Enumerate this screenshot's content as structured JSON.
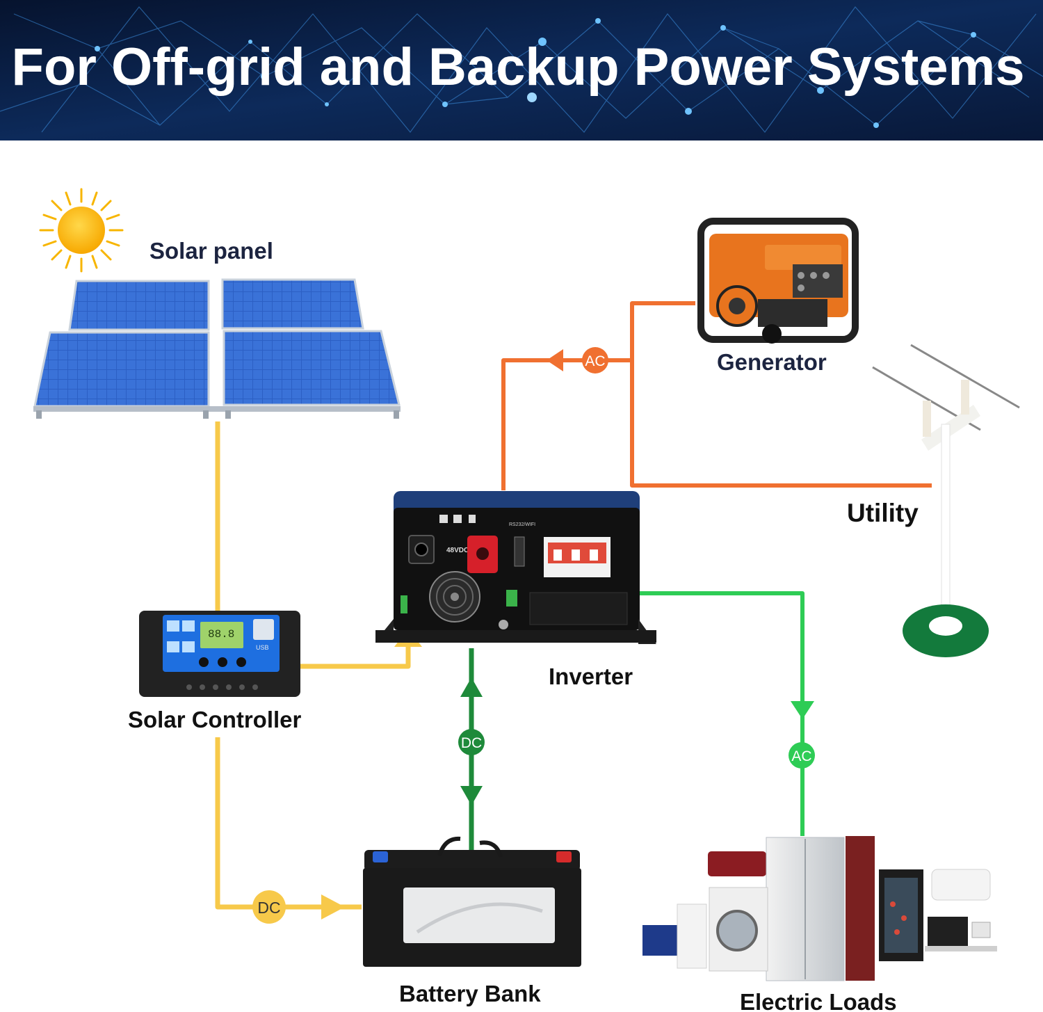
{
  "banner": {
    "title": "For Off-grid and Backup Power Systems"
  },
  "components": {
    "solar_panel": "Solar panel",
    "generator": "Generator",
    "utility": "Utility",
    "inverter": "Inverter",
    "solar_controller": "Solar Controller",
    "battery_bank": "Battery Bank",
    "electric_loads": "Electric Loads"
  },
  "flow_labels": {
    "generator_ac": "AC",
    "battery_dc": "DC",
    "controller_dc": "DC",
    "loads_ac": "AC"
  },
  "device_markings": {
    "inverter_voltage": "48VDC",
    "inverter_port": "RS232/WIFI",
    "controller_display": "88.8",
    "controller_usb": "USB"
  },
  "colors": {
    "banner_bg": "#0b1d3f",
    "label_text": "#1c2440",
    "dc_line": "#f7c94a",
    "ac_generator_line": "#f07030",
    "dc_battery_line": "#1e8a3a",
    "ac_loads_line": "#2ecc55"
  }
}
